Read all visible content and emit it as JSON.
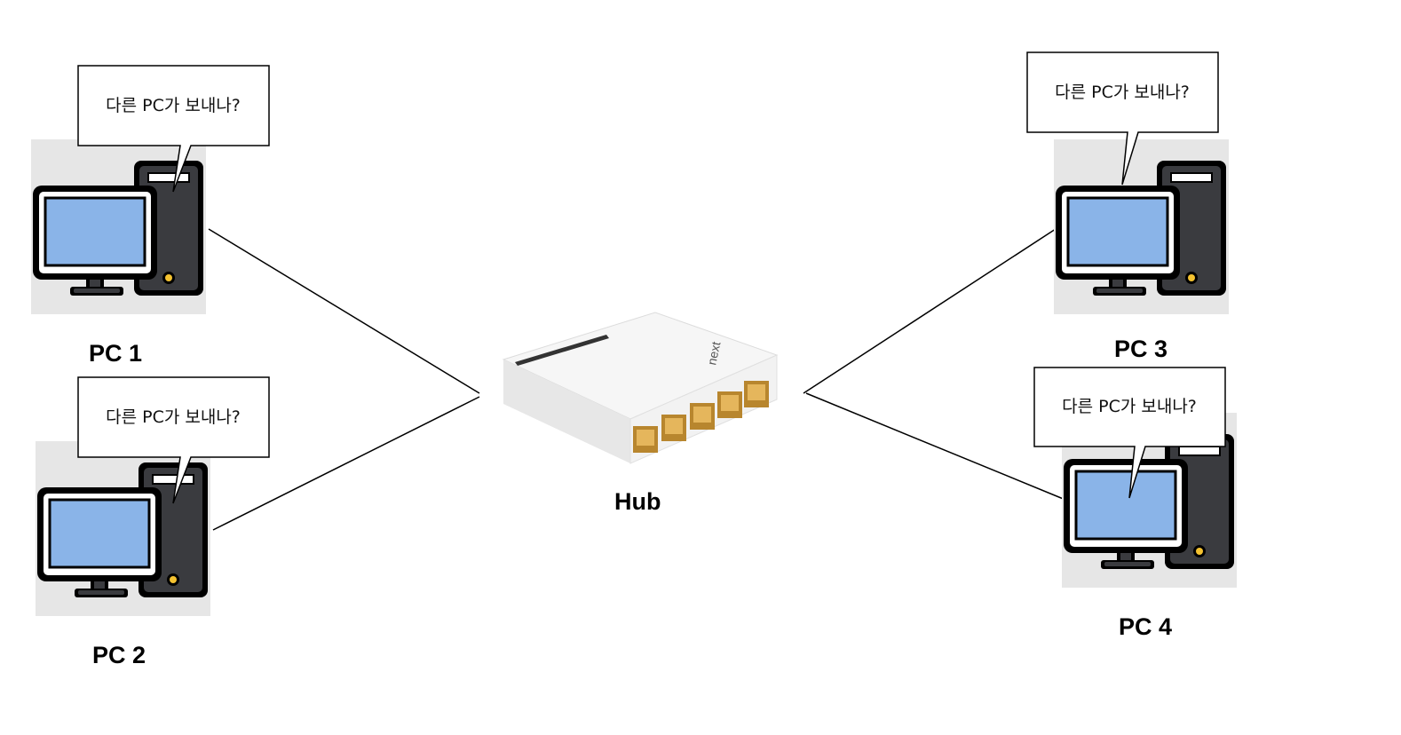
{
  "hub": {
    "label": "Hub",
    "brand": "next",
    "port_count": 5
  },
  "pcs": [
    {
      "label": "PC 1",
      "speech": "다른 PC가 보내나?"
    },
    {
      "label": "PC 2",
      "speech": "다른 PC가 보내나?"
    },
    {
      "label": "PC 3",
      "speech": "다른 PC가 보내나?"
    },
    {
      "label": "PC 4",
      "speech": "다른 PC가 보내나?"
    }
  ],
  "colors": {
    "monitor_screen": "#8ab4e8",
    "device_body": "#3a3b3f",
    "icon_background": "#e6e6e6",
    "hub_body": "#f1f1f1",
    "port_gold": "#d9a64a"
  }
}
